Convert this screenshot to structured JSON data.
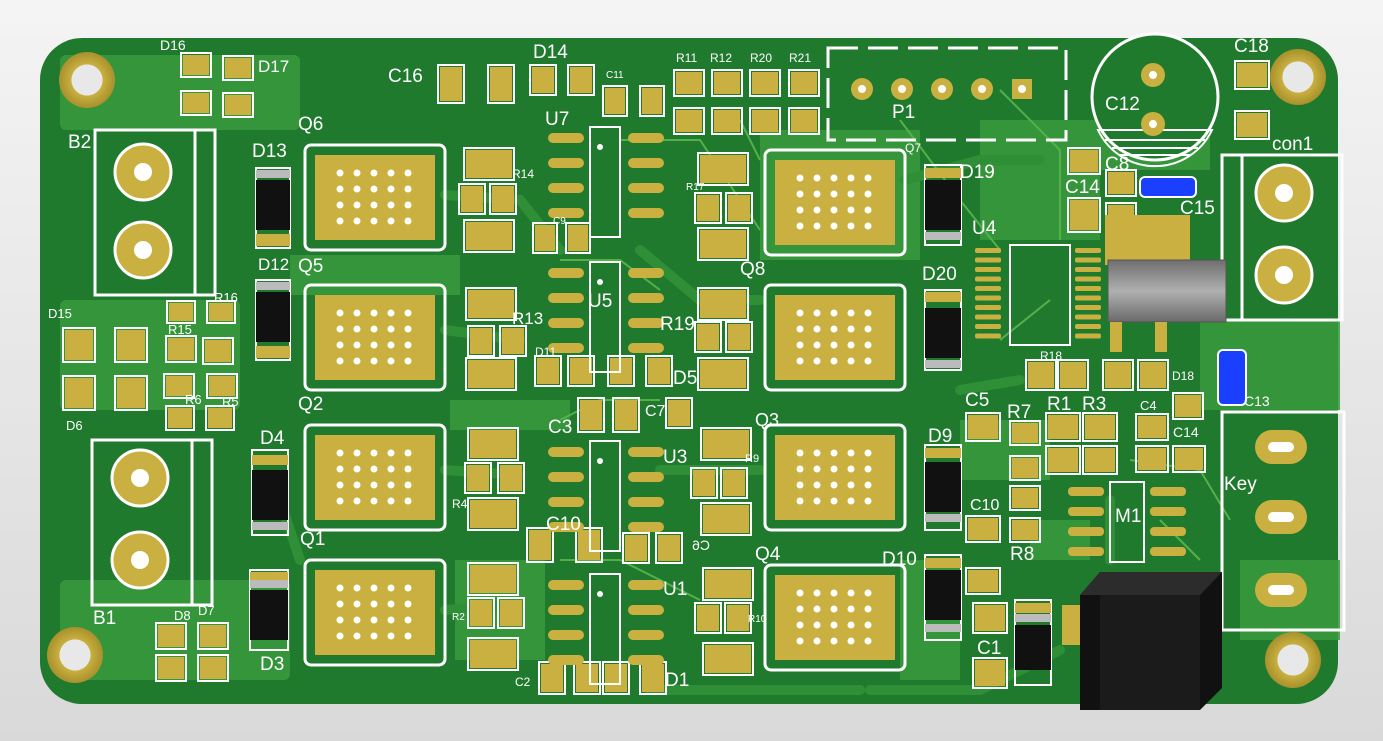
{
  "board": {
    "colors": {
      "background": "#e6e6e6",
      "substrate": "#1f7a2e",
      "copper": "#3a9a3d",
      "pad": "#c9b040",
      "silk": "#ffffff",
      "ic_body": "#2a2a2a",
      "highlight": "#1a3fff",
      "heatsink": "#8a8a8a"
    },
    "labels": {
      "D16": "D16",
      "D17": "D17",
      "D14": "D14",
      "C16": "C16",
      "C11": "C11",
      "R11": "R11",
      "R12": "R12",
      "R20": "R20",
      "R21": "R21",
      "P1": "P1",
      "C12": "C12",
      "C18": "C18",
      "con1": "con1",
      "B2": "B2",
      "Q6": "Q6",
      "U7": "U7",
      "R14": "R14",
      "D13": "D13",
      "Q7": "Q7",
      "D19": "D19",
      "C8": "C8",
      "C14a": "C14",
      "C15": "C15",
      "R17": "R17",
      "C9": "C9",
      "U4": "U4",
      "Q5": "Q5",
      "D12": "D12",
      "Q8": "Q8",
      "D20": "D20",
      "U5": "U5",
      "R16": "R16",
      "R15": "R15",
      "D15": "D15",
      "R13": "R13",
      "R19": "R19",
      "D11": "D11",
      "D5": "D5",
      "R18": "R18",
      "D18": "D18",
      "C13": "C13",
      "R6": "R6",
      "R5": "R5",
      "D6": "D6",
      "Q2": "Q2",
      "C3": "C3",
      "C7": "C7",
      "Q3": "Q3",
      "C5": "C5",
      "R7": "R7",
      "R1": "R1",
      "R3": "R3",
      "C4": "C4",
      "C14b": "C14",
      "D4": "D4",
      "D9": "D9",
      "U3": "U3",
      "R9": "R9",
      "Key": "Key",
      "R4": "R4",
      "Q1": "Q1",
      "C10a": "C10",
      "C10b": "C10",
      "M1": "M1",
      "R8": "R8",
      "C6": "C6",
      "Q4": "Q4",
      "D10": "D10",
      "B1": "B1",
      "D8": "D8",
      "D7": "D7",
      "U1": "U1",
      "R2": "R2",
      "R10": "R10",
      "C1": "C1",
      "D3": "D3",
      "C2": "C2",
      "D1": "D1"
    }
  }
}
